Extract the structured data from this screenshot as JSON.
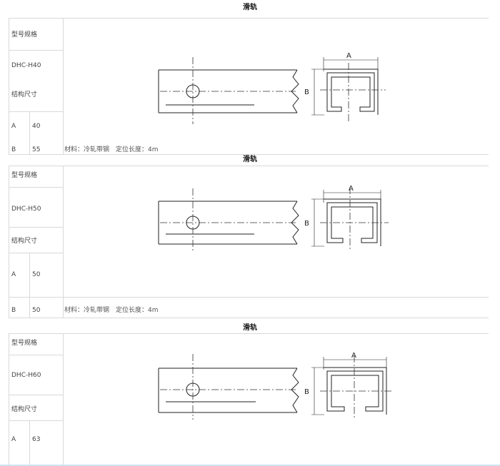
{
  "sections": [
    {
      "title": "滑轨",
      "spec_label": "型号规格",
      "model": "DHC-H40",
      "dim_label": "结构尺寸",
      "a_label": "A",
      "a_value": "40",
      "b_label": "B",
      "b_value": "55",
      "note": "材料：冷轧带钢　定位长度：4m",
      "dim_a": "A",
      "dim_b": "B"
    },
    {
      "title": "滑轨",
      "spec_label": "型号规格",
      "model": "DHC-H50",
      "dim_label": "结构尺寸",
      "a_label": "A",
      "a_value": "50",
      "b_label": "B",
      "b_value": "50",
      "note": "材料：冷轧带钢　定位长度：4m",
      "dim_a": "A",
      "dim_b": "B"
    },
    {
      "title": "滑轨",
      "spec_label": "型号规格",
      "model": "DHC-H60",
      "dim_label": "结构尺寸",
      "a_label": "A",
      "a_value": "63",
      "dim_a": "A",
      "dim_b": "B"
    }
  ]
}
